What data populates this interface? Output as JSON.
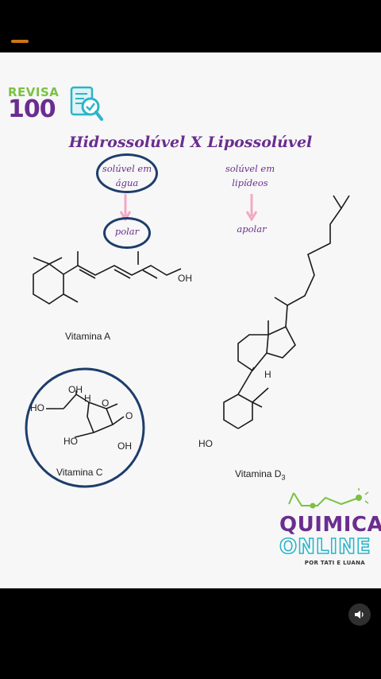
{
  "slide": {
    "brand_top": "REVISA",
    "brand_num": "100",
    "title": "Hidrossolúvel X Lipossolúvel",
    "left_top": "solúvel em",
    "left_bottom": "água",
    "right_top": "solúvel em",
    "right_bottom": "lipídeos",
    "polar": "polar",
    "apolar": "apolar",
    "vitamin_a": "Vitamina A",
    "vitamin_c": "Vitamina C",
    "vitamin_d": "Vitamina D",
    "vitamin_d_sub": "3",
    "oh": "OH",
    "ho": "HO",
    "h": "H",
    "o": "O"
  },
  "brand2": {
    "line1": "QUIMICA",
    "line2": "ONLINE",
    "line3": "POR TATI E LUANA"
  },
  "colors": {
    "purple": "#6a2d8f",
    "navy": "#1e3d6b",
    "green": "#7bc143",
    "teal": "#2bb5c7",
    "pink_arrow": "#f2a9c4"
  },
  "icons": {
    "sound": "speaker-icon",
    "brand": "document-magnifier-icon"
  }
}
